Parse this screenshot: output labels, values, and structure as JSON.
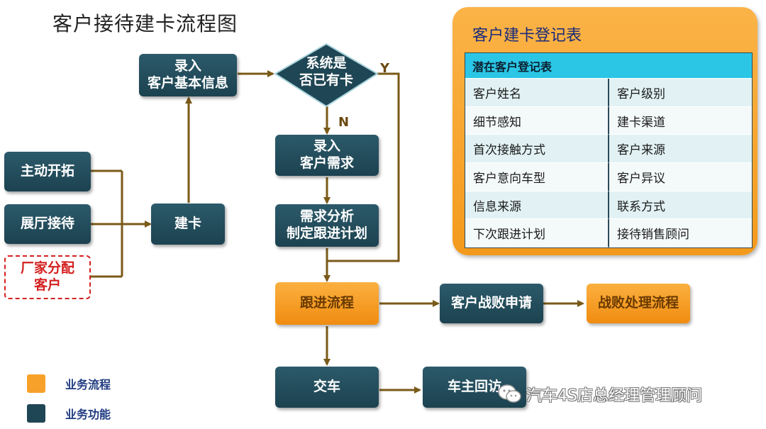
{
  "title": "客户接待建卡流程图",
  "nodes": {
    "zhudong": "主动开拓",
    "zhanting": "展厅接待",
    "changjia": "厂家分配\n客户",
    "jianka": "建卡",
    "luru_info": "录入\n客户基本信息",
    "decision": "系统是\n否已有卡",
    "luru_need": "录入\n客户需求",
    "analysis": "需求分析\n制定跟进计划",
    "follow": "跟进流程",
    "defeat_apply": "客户战败申请",
    "defeat_process": "战败处理流程",
    "delivery": "交车",
    "revisit": "车主回访"
  },
  "flags": {
    "yes": "Y",
    "no": "N"
  },
  "register": {
    "title": "客户建卡登记表",
    "header": "潜在客户登记表",
    "rows": [
      [
        "客户姓名",
        "客户级别"
      ],
      [
        "细节感知",
        "建卡渠道"
      ],
      [
        "首次接触方式",
        "客户来源"
      ],
      [
        "客户意向车型",
        "客户异议"
      ],
      [
        "信息来源",
        "联系方式"
      ],
      [
        "下次跟进计划",
        "接待销售顾问"
      ]
    ]
  },
  "legend": [
    {
      "label": "业务流程",
      "color": "#f7a12a"
    },
    {
      "label": "业务功能",
      "color": "#1f4654"
    }
  ],
  "watermark": "汽车4S店总经理管理顾问",
  "colors": {
    "teal": "#1f4654",
    "orange": "#f7a12a",
    "arrow": "#7a5a18",
    "accent_red": "#d42020"
  }
}
